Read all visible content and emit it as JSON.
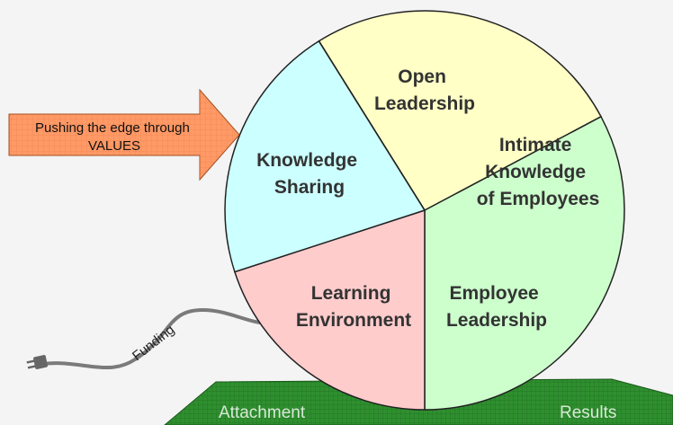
{
  "wheel": {
    "segments": [
      {
        "id": "open-leadership",
        "lines": [
          "Open",
          "Leadership"
        ],
        "color": "#ffffc6"
      },
      {
        "id": "intimate-knowledge",
        "lines": [
          "Intimate",
          "Knowledge",
          "of Employees"
        ],
        "color": "#ccffcc"
      },
      {
        "id": "employee-leadership",
        "lines": [
          "Employee",
          "Leadership"
        ],
        "color": "#ffcccc"
      },
      {
        "id": "learning-environment",
        "lines": [
          "Learning",
          "Environment"
        ],
        "color": "#ccffff"
      },
      {
        "id": "knowledge-sharing",
        "lines": [
          "Knowledge",
          "Sharing"
        ],
        "color": "#ccccff"
      }
    ]
  },
  "arrow": {
    "lines": [
      "Pushing the edge through",
      "VALUES"
    ],
    "color": "#ff9966"
  },
  "cord": {
    "label": "Funding"
  },
  "base": {
    "left_label": "Attachment",
    "right_label": "Results",
    "color": "#339933"
  }
}
